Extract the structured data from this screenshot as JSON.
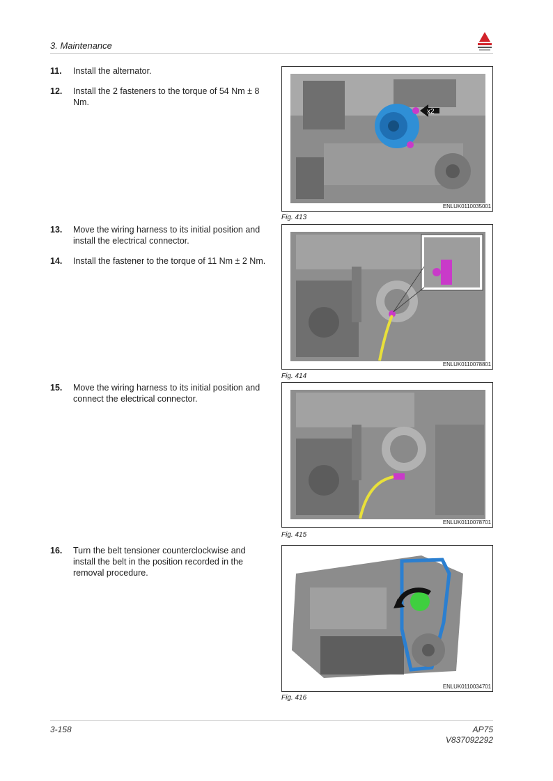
{
  "header": {
    "section": "3. Maintenance"
  },
  "steps": [
    {
      "num": "11.",
      "text": "Install the alternator."
    },
    {
      "num": "12.",
      "text": "Install the 2 fasteners to the torque of 54 Nm ± 8 Nm."
    },
    {
      "num": "13.",
      "text": "Move the wiring harness to its initial position and install the electrical connector."
    },
    {
      "num": "14.",
      "text": "Install the fastener to the torque of 11 Nm ± 2 Nm."
    },
    {
      "num": "15.",
      "text": "Move the wiring harness to its initial position and connect the electrical connector."
    },
    {
      "num": "16.",
      "text": "Turn the belt tensioner counterclockwise and install the belt in the position recorded in the removal procedure."
    }
  ],
  "figures": [
    {
      "caption": "Fig. 413",
      "code": "ENLUK0110035001",
      "callout": "x2"
    },
    {
      "caption": "Fig. 414",
      "code": "ENLUK0110078801"
    },
    {
      "caption": "Fig. 415",
      "code": "ENLUK0110078701"
    },
    {
      "caption": "Fig. 416",
      "code": "ENLUK0110034701"
    }
  ],
  "footer": {
    "page": "3-158",
    "model": "AP75",
    "doc_number": "V837092292"
  },
  "colors": {
    "alternator_blue": "#2f8fd6",
    "fastener_magenta": "#c93ac9",
    "harness_yellow": "#e8e03a",
    "belt_blue": "#2b7fd0",
    "tensioner_green": "#3fcf3f",
    "logo_red": "#d2232a"
  }
}
